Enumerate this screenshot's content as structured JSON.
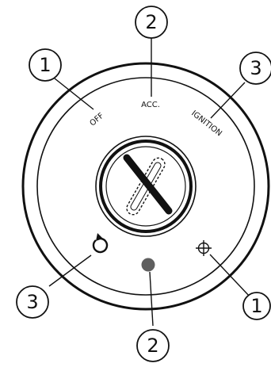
{
  "positions": {
    "off": "OFF",
    "acc": "ACC.",
    "ignition": "IGNITION"
  },
  "callouts": {
    "c1_top": "1",
    "c2_top": "2",
    "c3_top": "3",
    "c3_bottom": "3",
    "c2_bottom": "2",
    "c1_bottom": "1"
  },
  "colors": {
    "stroke": "#111111",
    "indicator_lamp": "#5f5f5f",
    "background": "#ffffff"
  }
}
